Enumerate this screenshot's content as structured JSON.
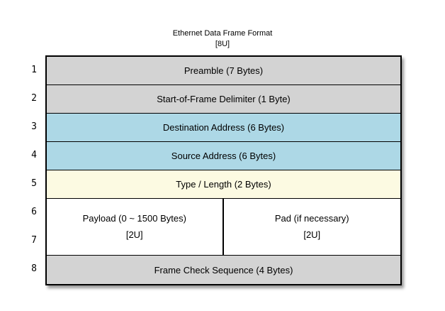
{
  "title": {
    "line1": "Ethernet Data Frame Format",
    "line2": "[8U]"
  },
  "colors": {
    "gray": "#D3D3D3",
    "blue": "#ADD8E6",
    "yellow": "#FCFAE2",
    "white": "#FFFFFF",
    "border": "#000000"
  },
  "row_numbers": [
    "1",
    "2",
    "3",
    "4",
    "5",
    "6",
    "7",
    "8"
  ],
  "rows": [
    {
      "label": "Preamble (7 Bytes)",
      "color": "gray"
    },
    {
      "label": "Start-of-Frame Delimiter (1 Byte)",
      "color": "gray"
    },
    {
      "label": "Destination Address (6 Bytes)",
      "color": "blue"
    },
    {
      "label": "Source Address (6 Bytes)",
      "color": "blue"
    },
    {
      "label": "Type / Length (2 Bytes)",
      "color": "yellow"
    }
  ],
  "payload_row": {
    "color": "white",
    "left": {
      "line1": "Payload (0 ~ 1500 Bytes)",
      "line2": "[2U]"
    },
    "right": {
      "line1": "Pad (if necessary)",
      "line2": "[2U]"
    }
  },
  "fcs_row": {
    "label": "Frame Check Sequence (4 Bytes)",
    "color": "gray"
  }
}
